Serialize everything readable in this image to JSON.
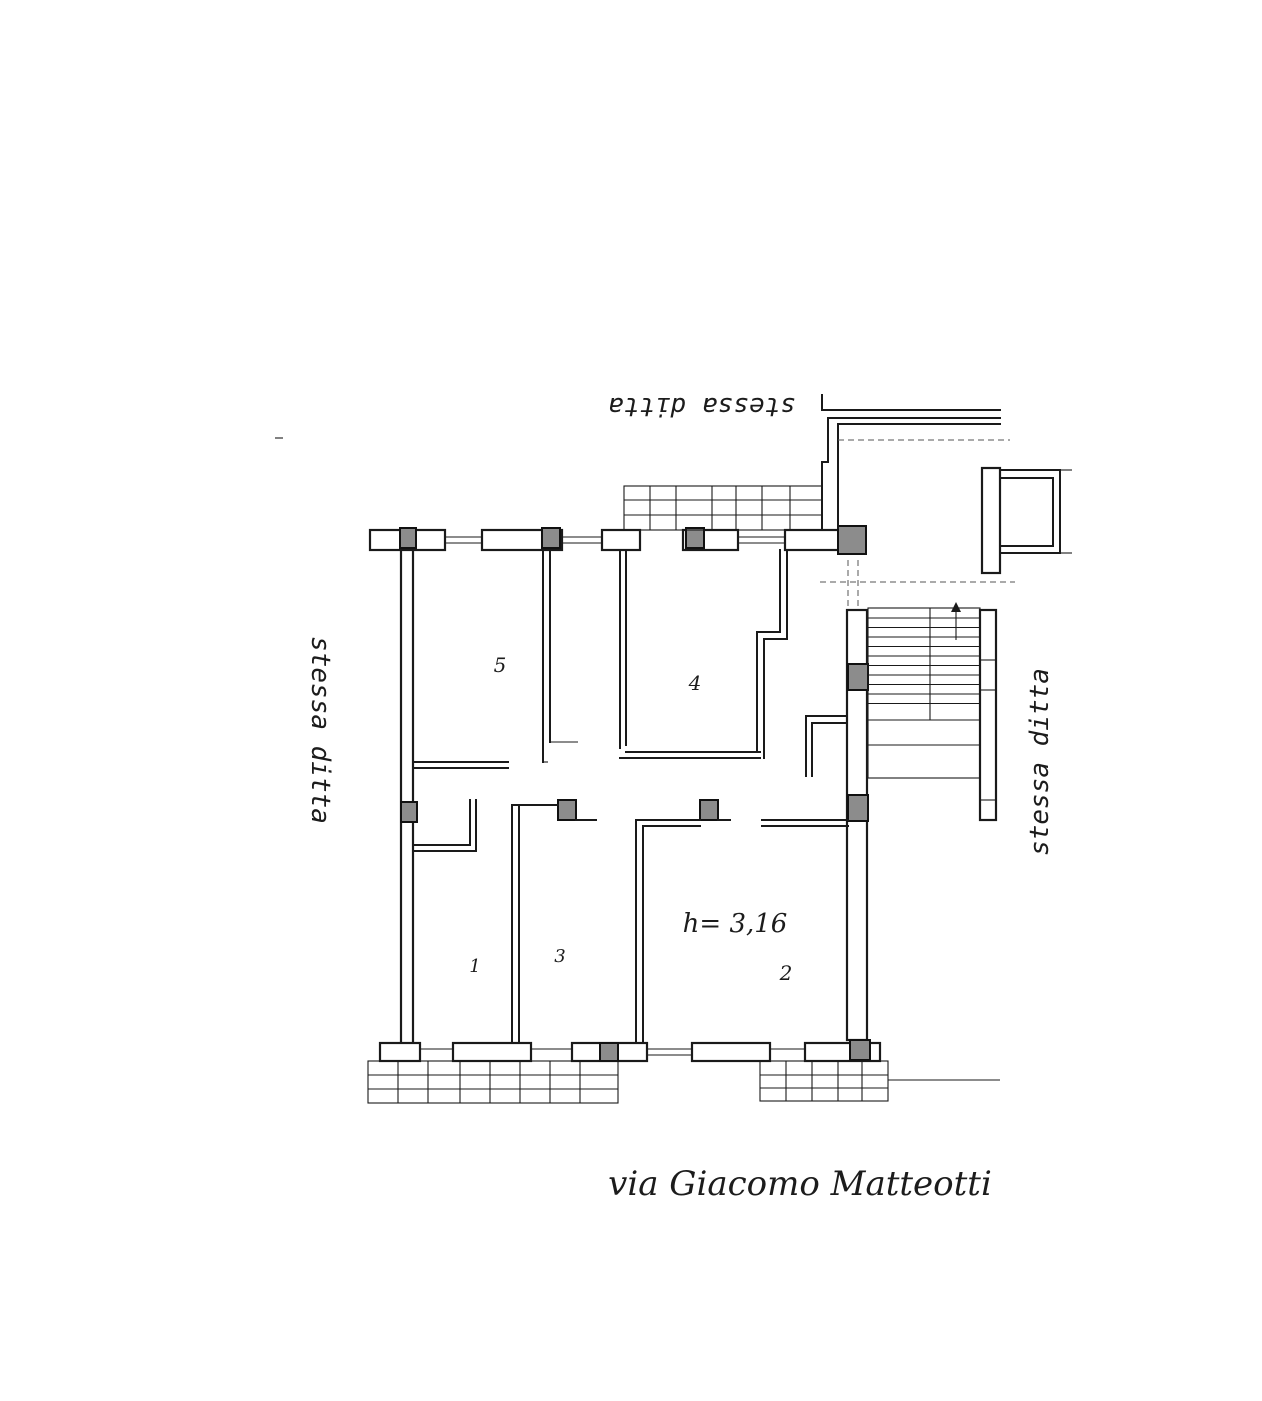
{
  "labels": {
    "north": "stessa ditta",
    "west": "stessa ditta",
    "east": "stessa ditta",
    "street": "via Giacomo Matteotti",
    "height": "h= 3,16",
    "room_top_left": "5",
    "room_top_mid": "4",
    "room_bottom_left": "1",
    "room_bottom_mid": "3",
    "room_bottom_right": "2"
  }
}
